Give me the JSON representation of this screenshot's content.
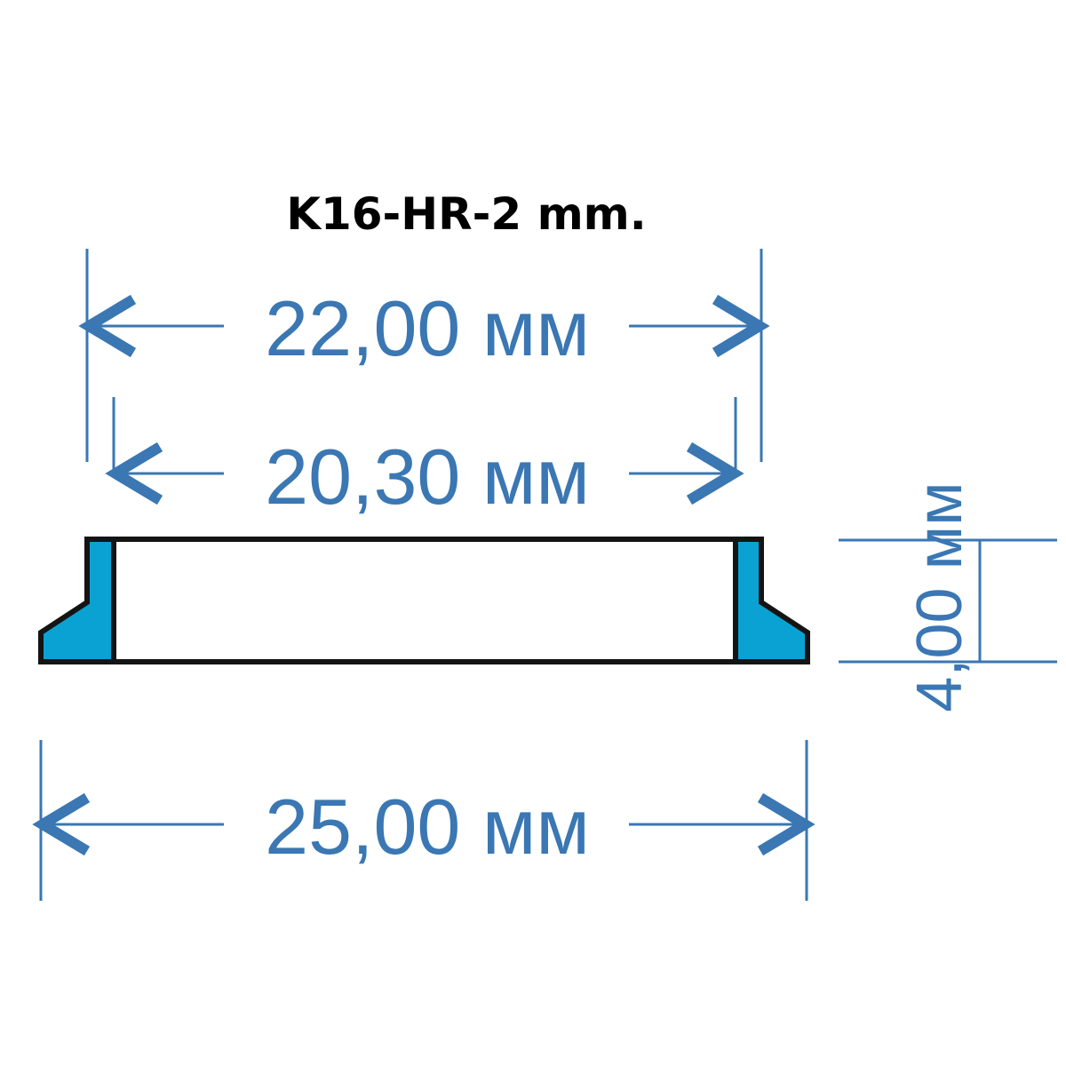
{
  "title": "K16-HR-2 mm.",
  "colors": {
    "dimension": "#3a77b3",
    "ring_fill": "#0aa2d2",
    "outline": "#141414",
    "background": "#ffffff"
  },
  "dimensions": {
    "outer_top": {
      "label": "22,00 мм",
      "value_mm": 22.0
    },
    "inner": {
      "label": "20,30 мм",
      "value_mm": 20.3
    },
    "outer_bottom": {
      "label": "25,00 мм",
      "value_mm": 25.0
    },
    "height": {
      "label": "4,00 мм",
      "value_mm": 4.0
    }
  },
  "part": {
    "name": "hub centric ring cross-section",
    "material_icon": "ring-profile-icon"
  }
}
